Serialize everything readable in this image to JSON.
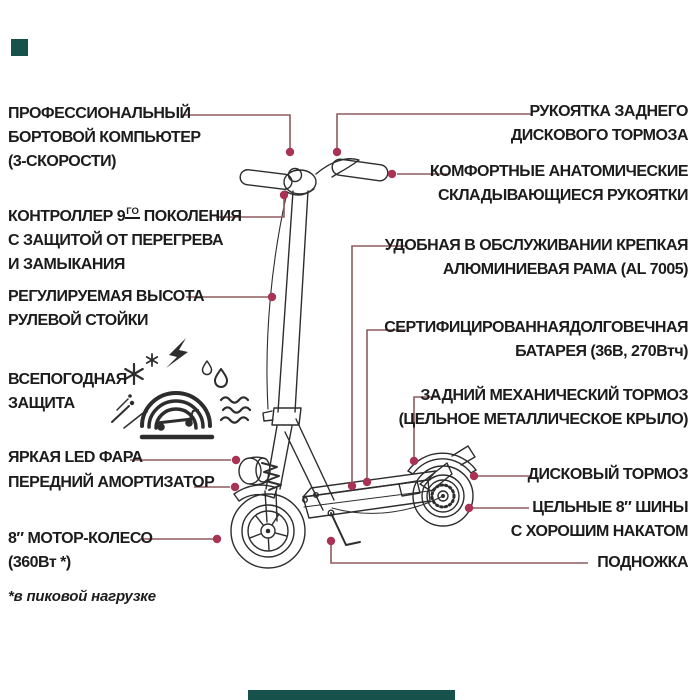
{
  "colors": {
    "background": "#ffffff",
    "text": "#1c1c1c",
    "leader_line": "#8d5c5e",
    "leader_dot": "#a83355",
    "artwork_stroke": "#2d2d2d",
    "accent": "#17514b"
  },
  "features": {
    "left": [
      {
        "name": "onboard-computer",
        "lines": [
          "ПРОФЕССИОНАЛЬНЫЙ",
          "БОРТОВОЙ КОМПЬЮТЕР",
          "(3-СКОРОСТИ)"
        ]
      },
      {
        "name": "controller",
        "line1": {
          "pre": "КОНТРОЛЛЕР 9",
          "sup": "ГО",
          "post": " ПОКОЛЕНИЯ"
        },
        "lines": [
          "С ЗАЩИТОЙ ОТ ПЕРЕГРЕВА",
          "И ЗАМЫКАНИЯ"
        ]
      },
      {
        "name": "adjustable-stem-height",
        "lines": [
          "РЕГУЛИРУЕМАЯ ВЫСОТА",
          "РУЛЕВОЙ СТОЙКИ"
        ]
      },
      {
        "name": "all-weather-protection",
        "lines": [
          "ВСЕПОГОДНАЯ",
          "ЗАЩИТА"
        ]
      },
      {
        "name": "led-headlight",
        "lines": [
          "ЯРКАЯ LED ФАРА"
        ]
      },
      {
        "name": "front-shock-absorber",
        "lines": [
          "ПЕРЕДНИЙ АМОРТИЗАТОР"
        ]
      },
      {
        "name": "motor-wheel",
        "lines": [
          "8″ МОТОР-КОЛЕСО",
          "(360Вт *)"
        ]
      }
    ],
    "right": [
      {
        "name": "rear-disc-brake-lever",
        "lines": [
          "РУКОЯТКА ЗАДНЕГО",
          "ДИСКОВОГО ТОРМОЗА"
        ]
      },
      {
        "name": "folding-grips",
        "lines": [
          "КОМФОРТНЫЕ АНАТОМИЧЕСКИЕ",
          "СКЛАДЫВАЮЩИЕСЯ РУКОЯТКИ"
        ]
      },
      {
        "name": "aluminum-frame",
        "lines": [
          "УДОБНАЯ В ОБСЛУЖИВАНИИ КРЕПКАЯ",
          "АЛЮМИНИЕВАЯ РАМА (AL 7005)"
        ]
      },
      {
        "name": "battery",
        "lines": [
          "СЕРТИФИЦИРОВАННАЯДОЛГОВЕЧНАЯ",
          "БАТАРЕЯ (36В, 270Втч)"
        ]
      },
      {
        "name": "rear-mechanical-brake",
        "lines": [
          "ЗАДНИЙ МЕХАНИЧЕСКИЙ ТОРМОЗ",
          "(ЦЕЛЬНОЕ МЕТАЛЛИЧЕСКОЕ КРЫЛО)"
        ]
      },
      {
        "name": "disc-brake",
        "lines": [
          "ДИСКОВЫЙ ТОРМОЗ"
        ]
      },
      {
        "name": "solid-tires",
        "lines": [
          "ЦЕЛЬНЫЕ 8″ ШИНЫ",
          "С ХОРОШИМ НАКАТОМ"
        ]
      },
      {
        "name": "kickstand",
        "lines": [
          "ПОДНОЖКА"
        ]
      }
    ],
    "footnote": "*в пиковой нагрузке"
  },
  "icons": {
    "all_weather": [
      "lightning-icon",
      "snowflake-icon",
      "raindrop-icon",
      "wind-icon",
      "debris-icon",
      "protection-dome-icon",
      "scooter-silhouette-icon"
    ]
  }
}
